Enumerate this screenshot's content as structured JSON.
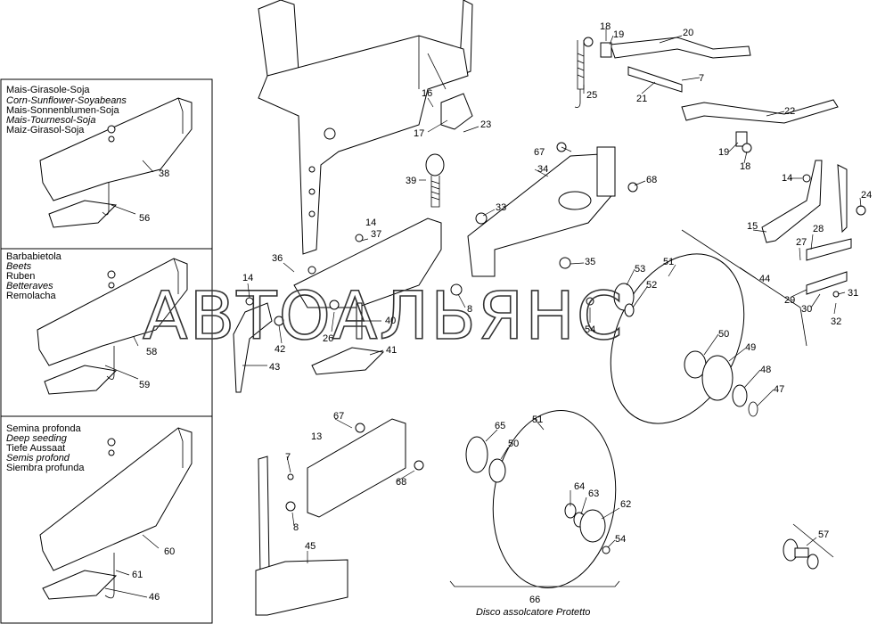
{
  "watermark": "АВТОАЛЬЯНС",
  "panels": [
    {
      "lines": [
        {
          "text": "Mais-Girasole-Soja",
          "italic": false
        },
        {
          "text": "Corn-Sunflower-Soyabeans",
          "italic": true
        },
        {
          "text": "Mais-Sonnenblumen-Soja",
          "italic": false
        },
        {
          "text": "Mais-Tournesol-Soja",
          "italic": true
        },
        {
          "text": "Maiz-Girasol-Soja",
          "italic": false
        }
      ]
    },
    {
      "lines": [
        {
          "text": "Barbabietola",
          "italic": false
        },
        {
          "text": "Beets",
          "italic": true
        },
        {
          "text": "Ruben",
          "italic": false
        },
        {
          "text": "Betteraves",
          "italic": true
        },
        {
          "text": "Remolacha",
          "italic": false
        }
      ]
    },
    {
      "lines": [
        {
          "text": "Semina profonda",
          "italic": false
        },
        {
          "text": "Deep seeding",
          "italic": true
        },
        {
          "text": "Tiefe Aussaat",
          "italic": false
        },
        {
          "text": "Semis profond",
          "italic": true
        },
        {
          "text": "Siembra profunda",
          "italic": false
        }
      ]
    }
  ],
  "disc_caption": "Disco assolcatore Protetto",
  "callouts": [
    "38",
    "56",
    "58",
    "59",
    "60",
    "61",
    "46",
    "14",
    "36",
    "37",
    "42",
    "43",
    "26",
    "40",
    "41",
    "16",
    "17",
    "23",
    "39",
    "33",
    "34",
    "67",
    "68",
    "8",
    "35",
    "18",
    "19",
    "20",
    "7",
    "21",
    "25",
    "22",
    "24",
    "15",
    "27",
    "28",
    "29",
    "31",
    "30",
    "32",
    "44",
    "51",
    "53",
    "52",
    "54",
    "50",
    "49",
    "48",
    "47",
    "13",
    "45",
    "65",
    "64",
    "63",
    "62",
    "66",
    "57"
  ]
}
